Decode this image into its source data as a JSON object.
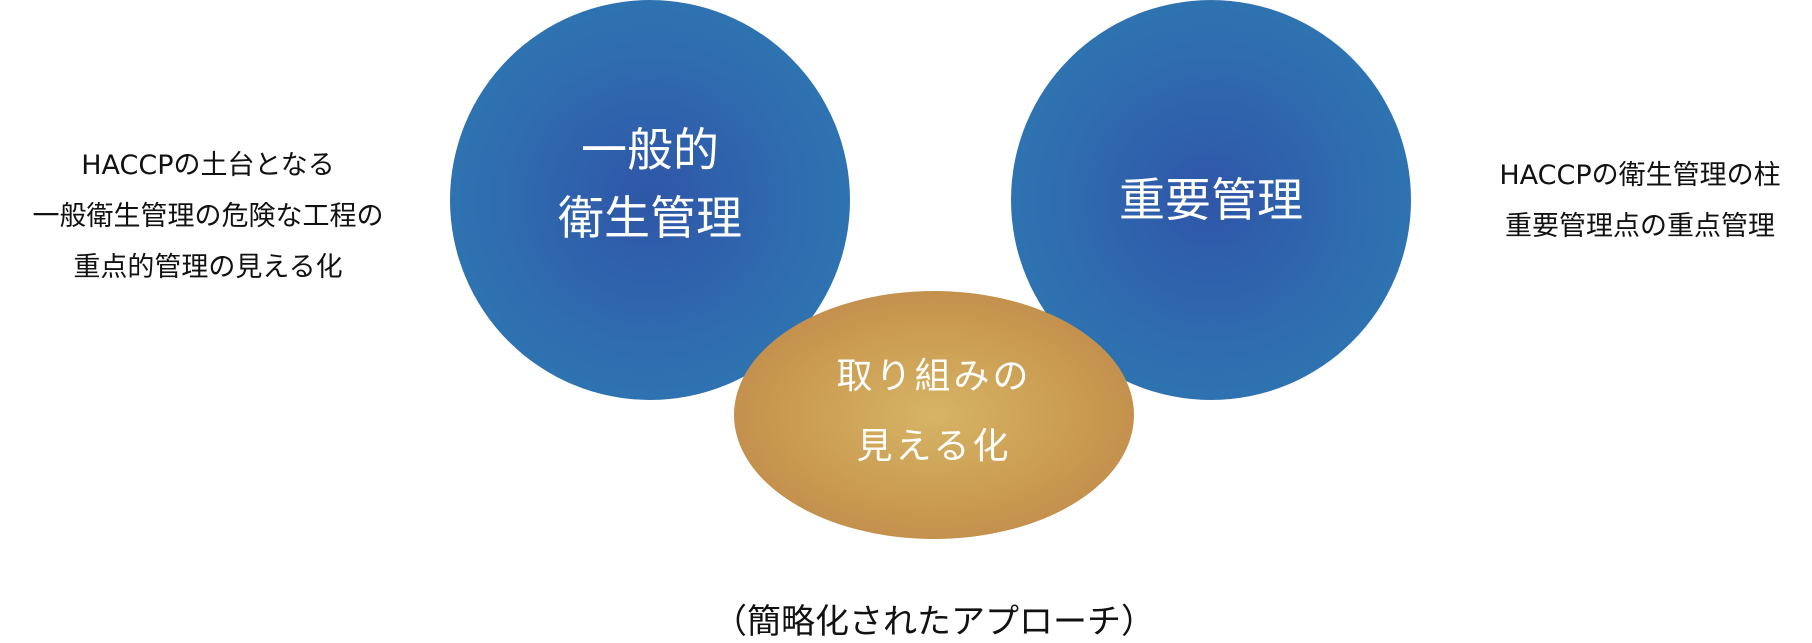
{
  "left_note": [
    "HACCPの土台となる",
    "一般衛生管理の危険な工程の",
    "重点的管理の見える化"
  ],
  "right_note": [
    "HACCPの衛生管理の柱",
    "重要管理点の重点管理"
  ],
  "circles": {
    "general": [
      "一般的",
      "衛生管理"
    ],
    "critical": [
      "重要管理"
    ],
    "visualization": [
      "取り組みの",
      "見える化"
    ]
  },
  "caption": "（簡略化されたアプローチ）",
  "colors": {
    "blue": "#2f6db0",
    "gold": "#c9994f"
  }
}
